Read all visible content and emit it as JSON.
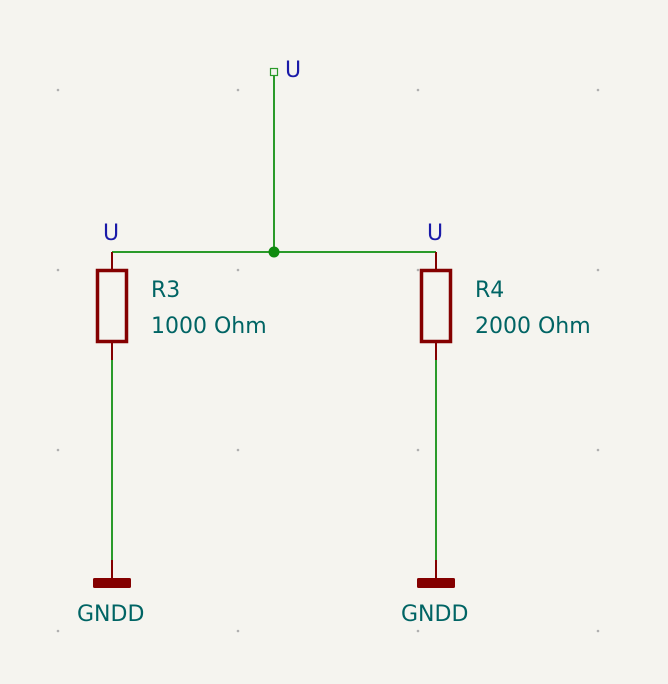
{
  "schematic": {
    "background": "#f5f4ef",
    "colors": {
      "wire": "#2a9a2a",
      "junction": "#0f8a0f",
      "component": "#840000",
      "ref_text": "#006464",
      "net_label": "#1a1aa8",
      "grid": "#b0b0b0"
    },
    "power_port": {
      "net": "U"
    },
    "net_labels": [
      {
        "id": "left",
        "text": "U"
      },
      {
        "id": "right",
        "text": "U"
      }
    ],
    "components": [
      {
        "ref": "R3",
        "value": "1000 Ohm",
        "type": "resistor"
      },
      {
        "ref": "R4",
        "value": "2000 Ohm",
        "type": "resistor"
      }
    ],
    "grounds": [
      {
        "label": "GNDD"
      },
      {
        "label": "GNDD"
      }
    ]
  }
}
